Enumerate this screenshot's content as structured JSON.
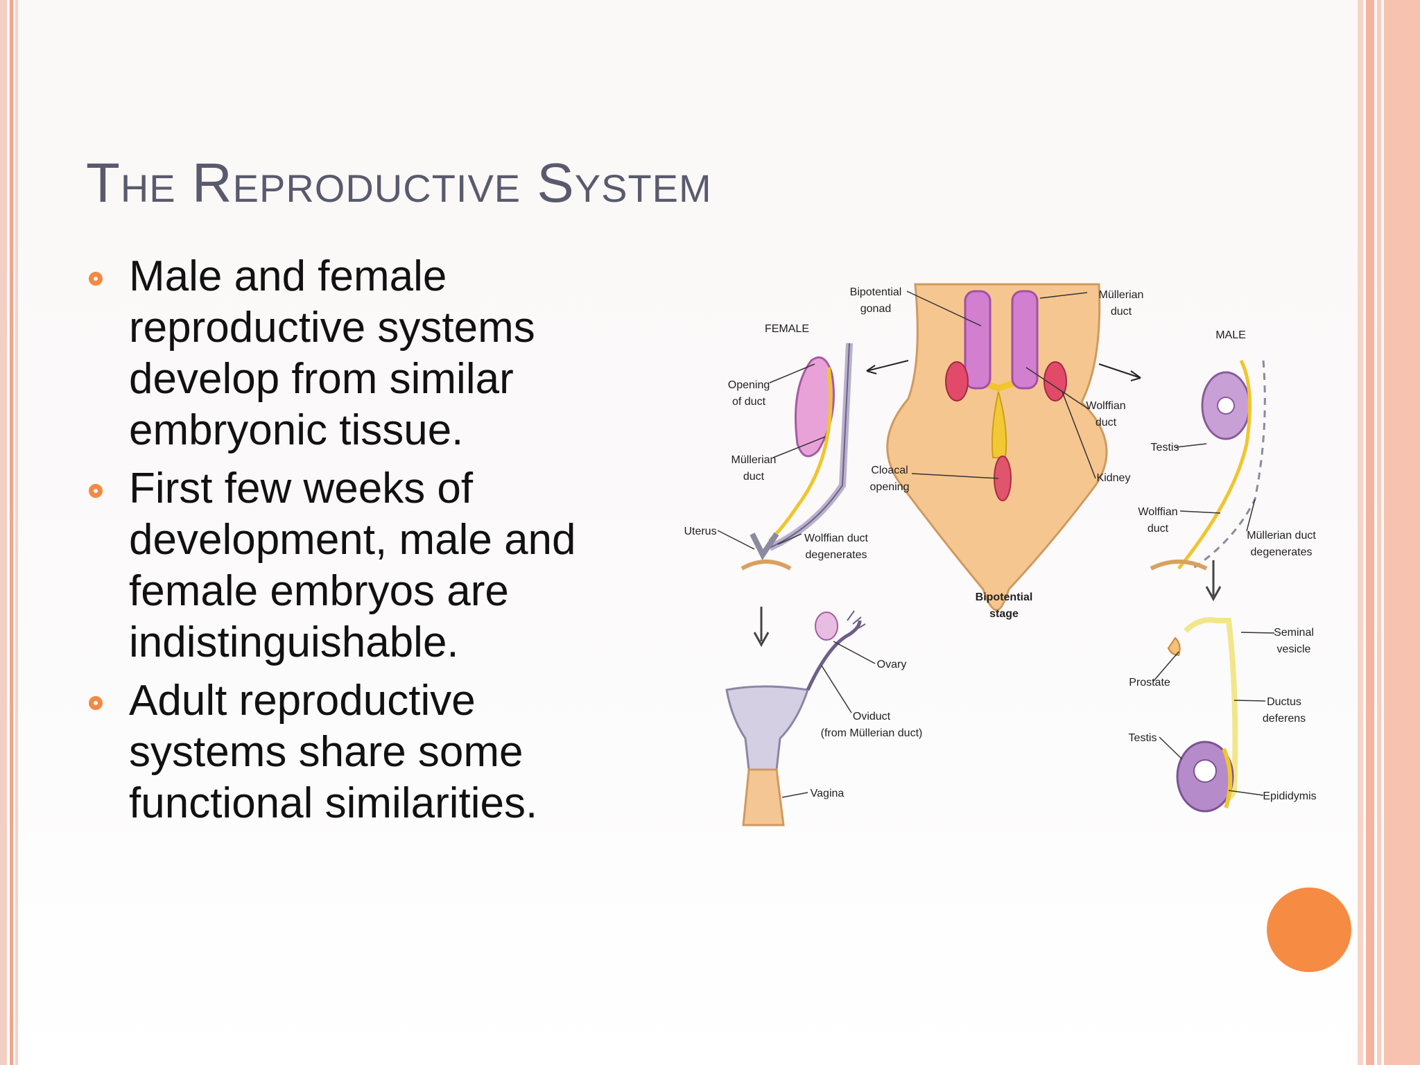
{
  "title": "The Reproductive System",
  "bullets": [
    "Male and female reproductive systems develop from similar embryonic tissue.",
    "First few weeks of development, male and female embryos are indistinguishable.",
    "Adult reproductive systems share some functional similarities."
  ],
  "diagram": {
    "female_header": "FEMALE",
    "male_header": "MALE",
    "labels": {
      "bipotential_gonad_1": "Bipotential",
      "bipotential_gonad_2": "gonad",
      "mullerian_duct_top_1": "Müllerian",
      "mullerian_duct_top_2": "duct",
      "opening_of_duct_1": "Opening",
      "opening_of_duct_2": "of duct",
      "mullerian_duct_left_1": "Müllerian",
      "mullerian_duct_left_2": "duct",
      "cloacal_opening_1": "Cloacal",
      "cloacal_opening_2": "opening",
      "wolffian_duct_center_1": "Wolffian",
      "wolffian_duct_center_2": "duct",
      "kidney": "Kidney",
      "testis_top": "Testis",
      "wolffian_duct_right_1": "Wolffian",
      "wolffian_duct_right_2": "duct",
      "mullerian_degenerates_1": "Müllerian duct",
      "mullerian_degenerates_2": "degenerates",
      "uterus": "Uterus",
      "wolffian_degenerates_1": "Wolffian duct",
      "wolffian_degenerates_2": "degenerates",
      "bipotential_stage_1": "Bipotential",
      "bipotential_stage_2": "stage",
      "ovary": "Ovary",
      "oviduct_1": "Oviduct",
      "oviduct_2": "(from Müllerian duct)",
      "vagina": "Vagina",
      "seminal_vesicle_1": "Seminal",
      "seminal_vesicle_2": "vesicle",
      "prostate": "Prostate",
      "ductus_deferens_1": "Ductus",
      "ductus_deferens_2": "deferens",
      "testis_bottom": "Testis",
      "epididymis": "Epididymis"
    }
  },
  "colors": {
    "title": "#5a5a6e",
    "accent": "#f28a44",
    "bullet_text": "#111111"
  }
}
